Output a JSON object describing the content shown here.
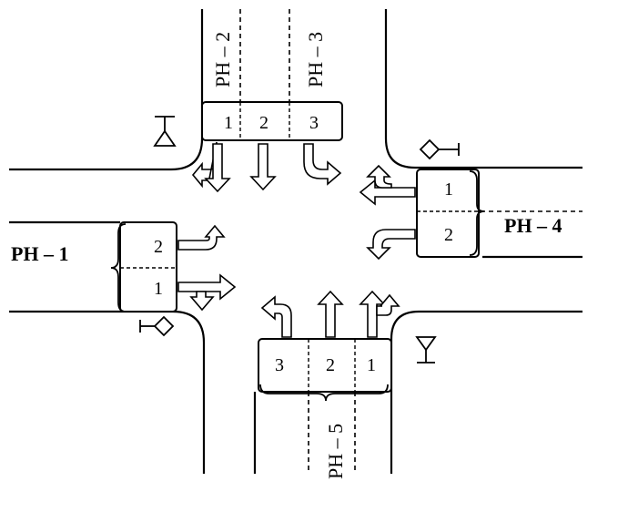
{
  "phases": {
    "ph1": "PH – 1",
    "ph2": "PH – 2",
    "ph3": "PH – 3",
    "ph4": "PH – 4",
    "ph5": "PH – 5"
  },
  "lanes": {
    "north": [
      "1",
      "2",
      "3"
    ],
    "east": [
      "1",
      "2"
    ],
    "west": [
      "2",
      "1"
    ],
    "south": [
      "3",
      "2",
      "1"
    ]
  },
  "icons": {
    "north_signal": "yield-sign-icon",
    "east_signal": "diamond-signal-icon",
    "west_signal": "diamond-signal-icon",
    "south_signal": "y-signal-icon"
  }
}
